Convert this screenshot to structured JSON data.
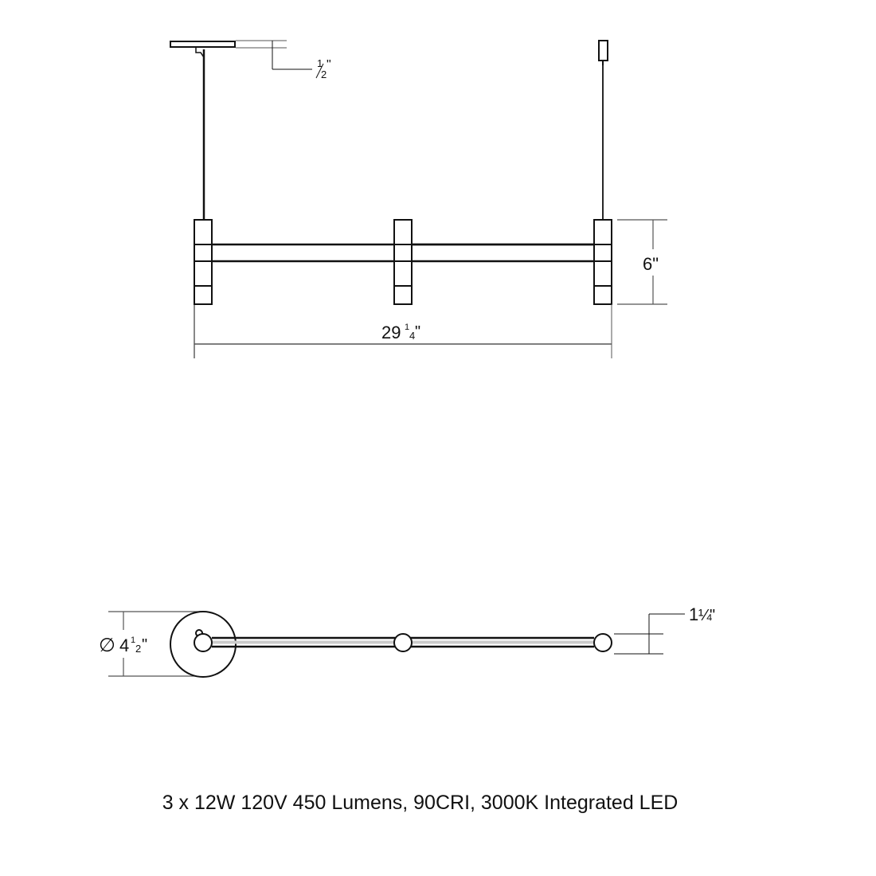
{
  "diagram": {
    "type": "technical-drawing",
    "subject": "Linear pendant light fixture",
    "views": [
      {
        "name": "elevation",
        "dimensions": {
          "canopy_thickness": "1/2\"",
          "fixture_height": "6\"",
          "overall_length": "29 1/4\""
        },
        "labels": {
          "canopy": {
            "whole": "",
            "num": "1",
            "den": "2",
            "unit": "\""
          },
          "height": "6\"",
          "length": {
            "whole": "29",
            "num": "1",
            "den": "4",
            "unit": "\""
          }
        },
        "light_modules": 3
      },
      {
        "name": "plan",
        "dimensions": {
          "canopy_diameter": "4 1/2\"",
          "module_diameter": "1 1/4\""
        },
        "labels": {
          "diameter_symbol": "∅",
          "canopy": {
            "whole": "4",
            "num": "1",
            "den": "2",
            "unit": "\""
          },
          "module": {
            "whole": "1",
            "frac": "¼",
            "unit": "\""
          }
        },
        "light_modules": 3
      }
    ],
    "colors": {
      "line": "#111111",
      "dimension": "#555555",
      "background": "#ffffff"
    }
  },
  "spec_text": "3 x 12W 120V 450 Lumens, 90CRI, 3000K Integrated LED"
}
